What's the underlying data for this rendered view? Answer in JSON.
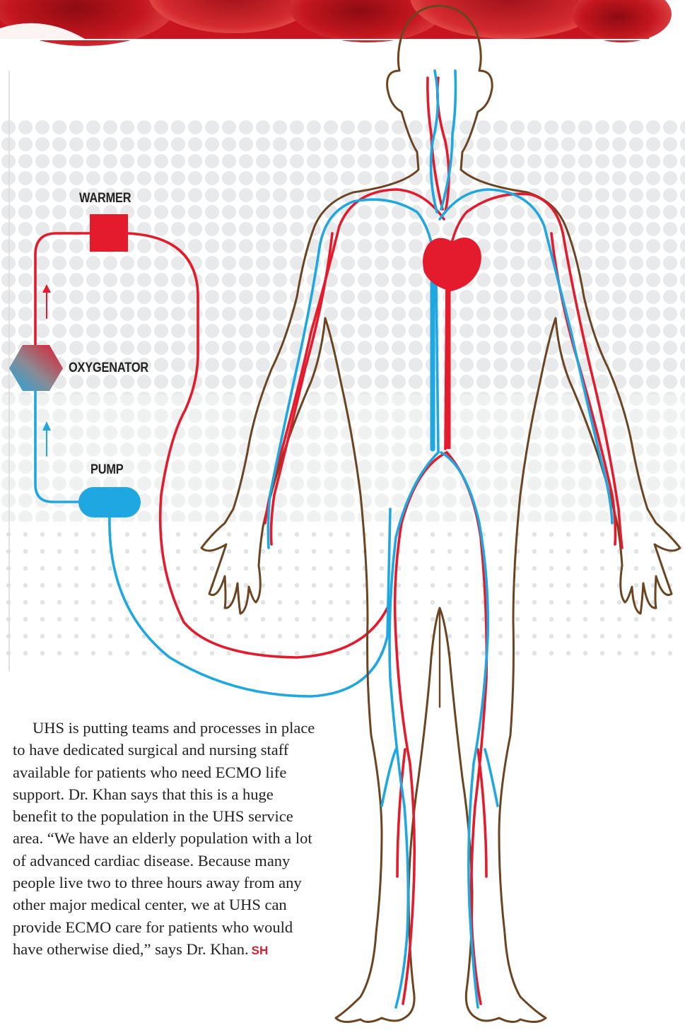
{
  "labels": {
    "warmer": "WARMER",
    "oxygenator": "OXYGENATOR",
    "pump": "PUMP"
  },
  "article": {
    "paragraph": "UHS is putting teams and processes in place to have dedicated surgical and nursing staff available for patients who need ECMO life support. Dr. Khan says that this is a huge benefit to the population in the UHS service area. “We have an elderly population with a lot of advanced cardiac disease. Because many people live two to three hours away from any other major medical center, we at UHS can provide ECMO care for patients who would have otherwise died,” says Dr. Khan.",
    "byline": "SH"
  },
  "colors": {
    "artery_red": "#e31b2c",
    "vein_blue": "#1ea7e1",
    "body_outline_brown": "#6b4522",
    "dot_gray": "#e6e7e8",
    "blood_cell_red": "#b5121b"
  },
  "icons": {
    "warmer": "red-square",
    "oxygenator": "gradient-hexagon",
    "pump": "blue-capsule",
    "heart": "heart-icon"
  }
}
